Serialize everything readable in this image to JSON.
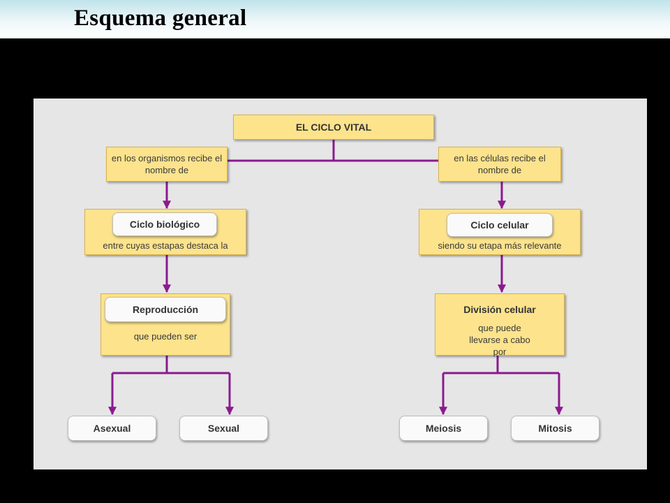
{
  "header": {
    "title": "Esquema general"
  },
  "diagram": {
    "root": "EL CICLO VITAL",
    "left_connector": "en los organismos recibe el nombre de",
    "right_connector": "en las células recibe el nombre de",
    "left_branch": {
      "concept": "Ciclo biológico",
      "phrase": "entre cuyas estapas destaca la",
      "sub_concept": "Reproducción",
      "sub_phrase": "que pueden ser",
      "leaves": [
        "Asexual",
        "Sexual"
      ]
    },
    "right_branch": {
      "concept": "Ciclo celular",
      "phrase": "siendo su etapa más relevante",
      "sub_concept": "División celular",
      "sub_phrase": "que puede llevarse a cabo por",
      "leaves": [
        "Meiosis",
        "Mitosis"
      ]
    },
    "colors": {
      "connector": "#8b1a8f",
      "concept_box": "#fce38c",
      "label_box": "#fafafa",
      "panel": "#e6e6e6"
    }
  }
}
